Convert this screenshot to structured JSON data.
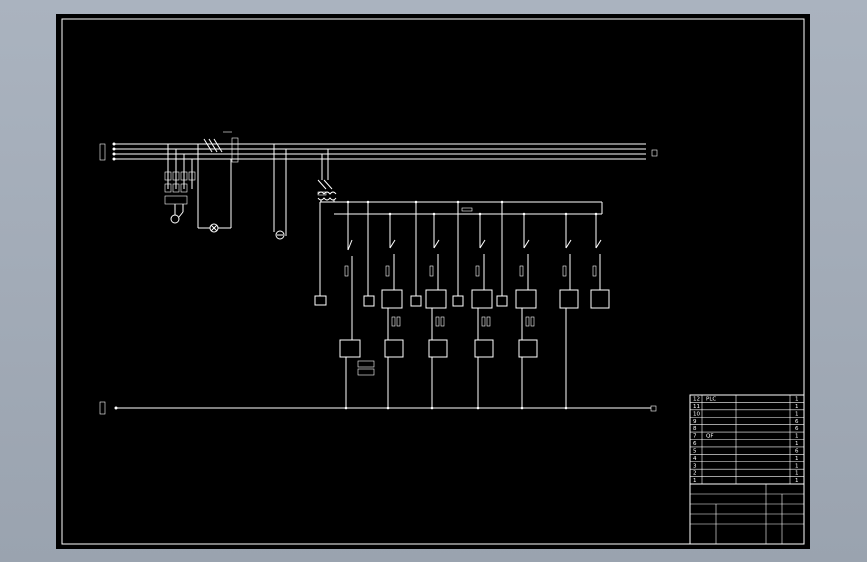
{
  "colors": {
    "background": "#a3acb8",
    "sheet": "#000000",
    "lines": "#ffffff"
  },
  "diagram": {
    "bus": {
      "left_label": "",
      "right_label": ""
    },
    "neutral": {
      "left_label": "",
      "right_label": ""
    }
  },
  "bom": {
    "rows": [
      {
        "no": "12",
        "code": "PLC",
        "name": "",
        "qty": "1"
      },
      {
        "no": "11",
        "code": "",
        "name": "",
        "qty": "1"
      },
      {
        "no": "10",
        "code": "",
        "name": "",
        "qty": "1"
      },
      {
        "no": "9",
        "code": "",
        "name": "",
        "qty": "6"
      },
      {
        "no": "8",
        "code": "",
        "name": "",
        "qty": "6"
      },
      {
        "no": "7",
        "code": "QF",
        "name": "",
        "qty": "1"
      },
      {
        "no": "6",
        "code": "",
        "name": "",
        "qty": "1"
      },
      {
        "no": "5",
        "code": "",
        "name": "",
        "qty": "6"
      },
      {
        "no": "4",
        "code": "",
        "name": "",
        "qty": "1"
      },
      {
        "no": "3",
        "code": "",
        "name": "",
        "qty": "1"
      },
      {
        "no": "2",
        "code": "",
        "name": "",
        "qty": "1"
      },
      {
        "no": "1",
        "code": "",
        "name": "",
        "qty": "1"
      }
    ]
  }
}
